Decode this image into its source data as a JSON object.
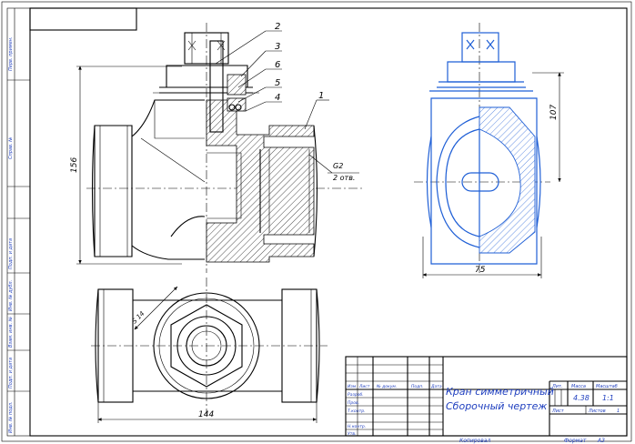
{
  "part_numbers": [
    "1",
    "2",
    "3",
    "4",
    "5",
    "6"
  ],
  "dimensions": {
    "height": "156",
    "width_side": "75",
    "height_side": "107",
    "length_bottom": "144",
    "thread": "G2",
    "thread_count": "2 отв.",
    "wrench": "S 14"
  },
  "title_block": {
    "title_line1": "Кран симметричный",
    "title_line2": "Сборочный чертеж",
    "col_headers": [
      "Изм",
      "Лист",
      "№ докум.",
      "Подп.",
      "Дата"
    ],
    "row_labels": [
      "Разраб.",
      "Пров.",
      "Т.контр.",
      "",
      "Н.контр.",
      "Утв."
    ],
    "lit_label": "Лит.",
    "mass_label": "Масса",
    "scale_label": "Масштаб",
    "mass_value": "4.38",
    "scale_value": "1:1",
    "sheet_label": "Лист",
    "sheets_label": "Листов",
    "sheets_value": "1"
  },
  "bottom_labels": {
    "copied": "Копировал",
    "format": "Формат",
    "format_value": "A3"
  },
  "side_stamps": [
    "Перв. примен.",
    "Справ. №",
    "Подп. и дата",
    "Инв. № дубл.",
    "Взам. инв. №",
    "Подп. и дата",
    "Инв. № подл."
  ]
}
